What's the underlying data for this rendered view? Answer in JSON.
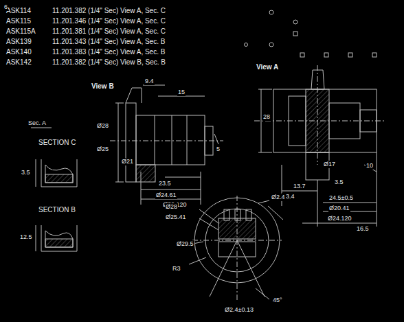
{
  "diagram": {
    "labels": [
      "ASK114",
      "11.201.382 (1/4\" Sec) View A, Sec. C",
      "ASK115",
      "11.201.346 (1/4\" Sec) View A, Sec. C",
      "ASK115A",
      "11.201.381 (1/4\" Sec) View A, Sec. C",
      "ASK139",
      "11.201.343 (1/4\" Sec) View A, Sec. B",
      "ASK140",
      "11.201.383 (1/4\" Sec) View A, Sec. B",
      "ASK142",
      "11.201.382 (1/4\" Sec) View B, Sec. B",
      "View B",
      "View A",
      "Sec. A",
      "SECTION C",
      "SECTION B",
      "3.5",
      "12.5",
      "Ø28",
      "Ø25",
      "9.4",
      "15",
      "5",
      "Ø21",
      "23.5",
      "Ø24.61",
      "Ø30.120",
      "28",
      "Ø17",
      "13.7",
      "13.4",
      "24.5±0.5",
      "Ø20.41",
      "Ø24.120",
      "16.5",
      "10",
      "3.5",
      "Ø28",
      "Ø25.41",
      "Ø29.5",
      "R3",
      "Ø2.4",
      "45°",
      "Ø2.4±0.13",
      "6"
    ]
  }
}
